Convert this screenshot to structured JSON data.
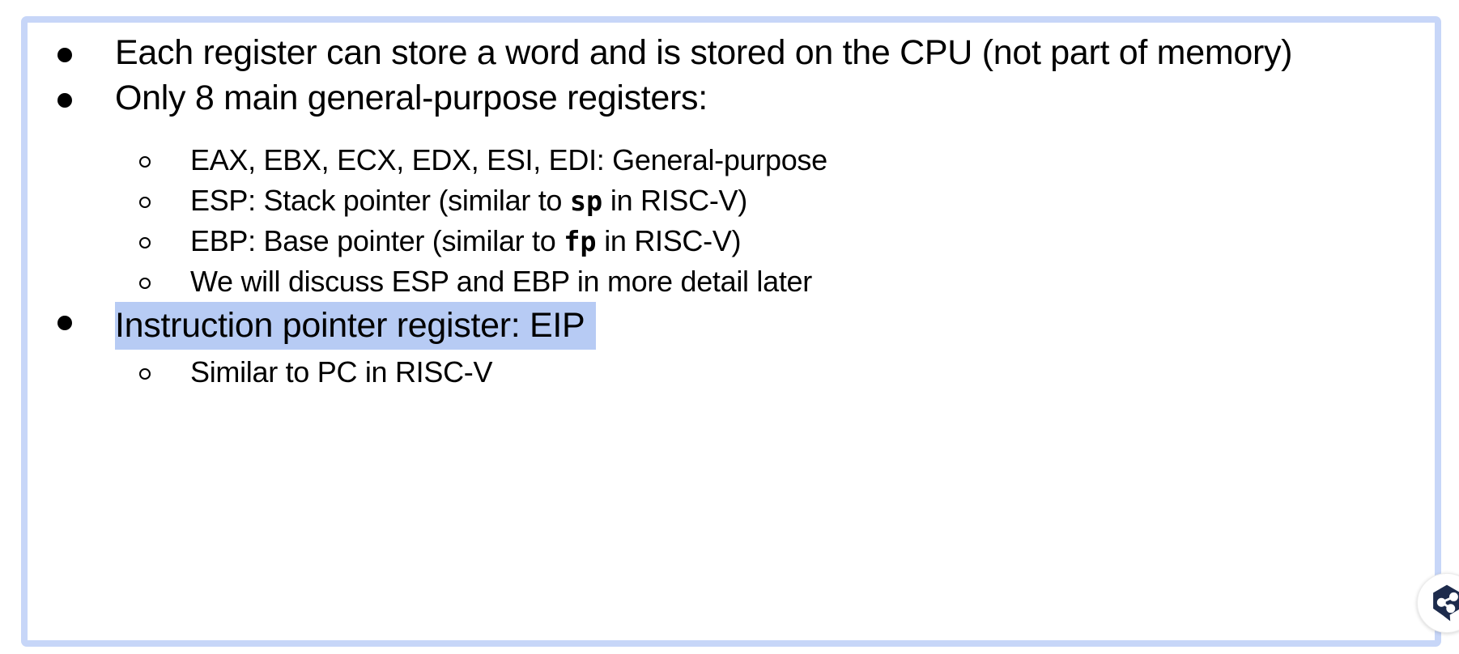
{
  "slide": {
    "bullets": [
      {
        "level": 1,
        "text": "Each register can store a word and is stored on the CPU (not part of memory)"
      },
      {
        "level": 1,
        "text": "Only 8 main general-purpose registers:"
      },
      {
        "level": 2,
        "text": "EAX, EBX, ECX, EDX, ESI, EDI: General-purpose"
      },
      {
        "level": 2,
        "pre": "ESP: Stack pointer (similar to ",
        "mono": "sp",
        "post": " in RISC-V)"
      },
      {
        "level": 2,
        "pre": "EBP: Base pointer (similar to ",
        "mono": "fp",
        "post": " in RISC-V)"
      },
      {
        "level": 2,
        "text": "We will discuss ESP and EBP in more detail later"
      },
      {
        "level": 1,
        "text": "Instruction pointer register: EIP",
        "highlighted": true
      },
      {
        "level": 2,
        "text": "Similar to PC in RISC-V"
      }
    ]
  },
  "overlay": {
    "badge_icon": "hexagon-share-chat-icon"
  },
  "colors": {
    "frame_border": "#c7d6f8",
    "selection_highlight": "#b7cbf4",
    "text": "#000000",
    "badge_navy": "#1d2b4c"
  }
}
